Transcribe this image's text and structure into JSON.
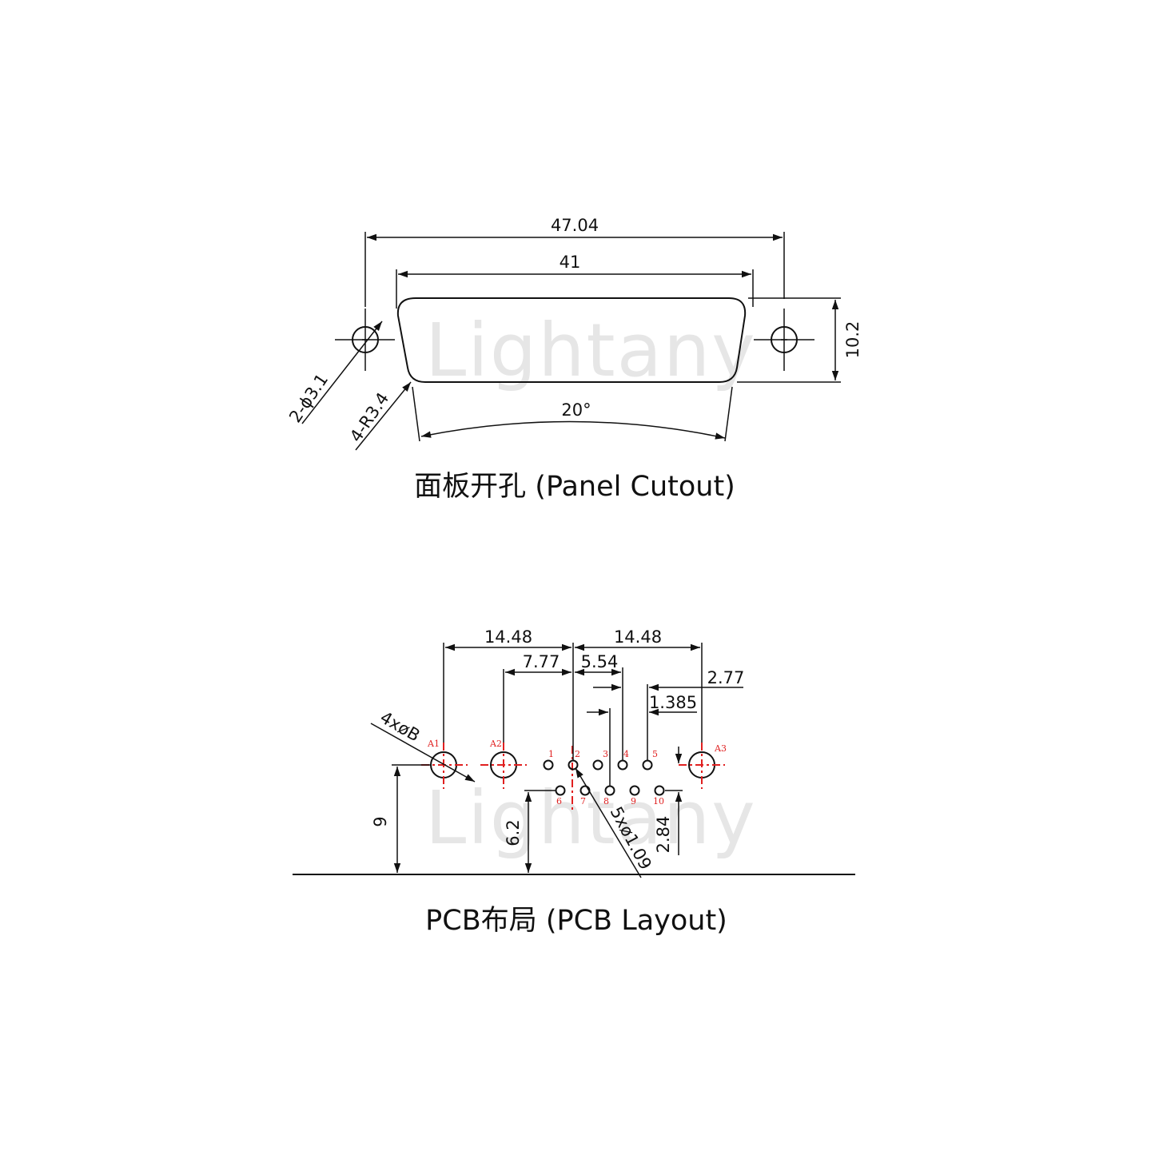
{
  "watermark": "Lightany",
  "panel_cutout": {
    "caption": "面板开孔 (Panel Cutout)",
    "dim_overall_width": "47.04",
    "dim_shell_width": "41",
    "dim_height": "10.2",
    "dim_hole": "2-ϕ3.1",
    "dim_radius": "4-R3.4",
    "dim_angle": "20°"
  },
  "pcb_layout": {
    "caption": "PCB布局 (PCB Layout)",
    "dim_left_mount": "14.48",
    "dim_right_mount": "14.48",
    "dim_a2_offset": "7.77",
    "dim_pin_pitch_double": "5.54",
    "dim_pin_pitch": "2.77",
    "dim_half_pitch": "1.385",
    "dim_mount_hole": "4xøB",
    "dim_pin_hole": "5xø1.09",
    "dim_height_mount": "9",
    "dim_height_a2": "6.2",
    "dim_row_spacing": "2.84",
    "label_a1": "A1",
    "label_a2": "A2",
    "label_a3": "A3",
    "pin_labels": [
      "1",
      "2",
      "3",
      "4",
      "5",
      "6",
      "7",
      "8",
      "9",
      "10"
    ]
  }
}
